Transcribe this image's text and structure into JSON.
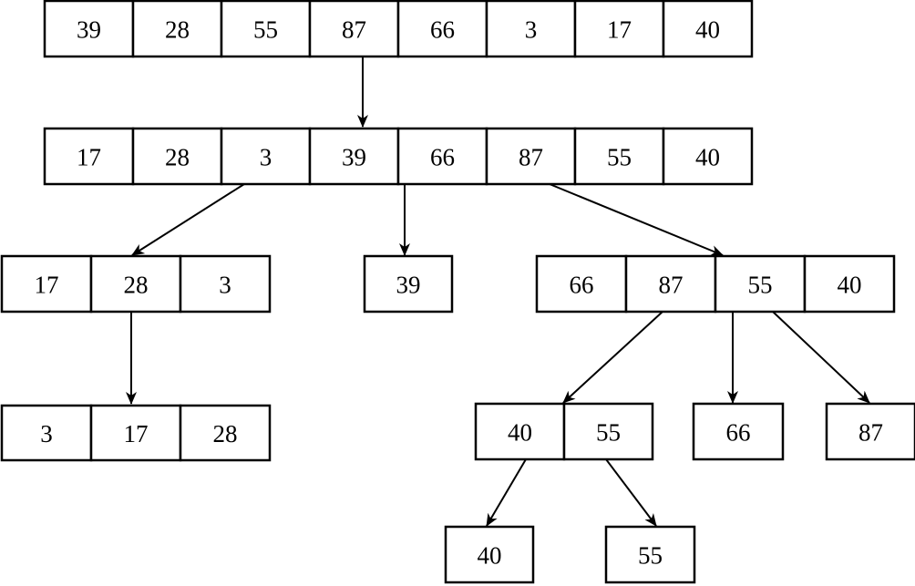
{
  "rows": {
    "initial": [
      "39",
      "28",
      "55",
      "87",
      "66",
      "3",
      "17",
      "40"
    ],
    "after_partition": [
      "17",
      "28",
      "3",
      "39",
      "66",
      "87",
      "55",
      "40"
    ],
    "left_part": [
      "17",
      "28",
      "3"
    ],
    "pivot": [
      "39"
    ],
    "right_part": [
      "66",
      "87",
      "55",
      "40"
    ],
    "left_sorted": [
      "3",
      "17",
      "28"
    ],
    "right_left_part": [
      "40",
      "55"
    ],
    "right_pivot_66": [
      "66"
    ],
    "right_pivot_87": [
      "87"
    ],
    "final_40": [
      "40"
    ],
    "final_55": [
      "55"
    ]
  },
  "colors": {
    "stroke": "#000000",
    "fill": "#ffffff",
    "text": "#000000"
  }
}
